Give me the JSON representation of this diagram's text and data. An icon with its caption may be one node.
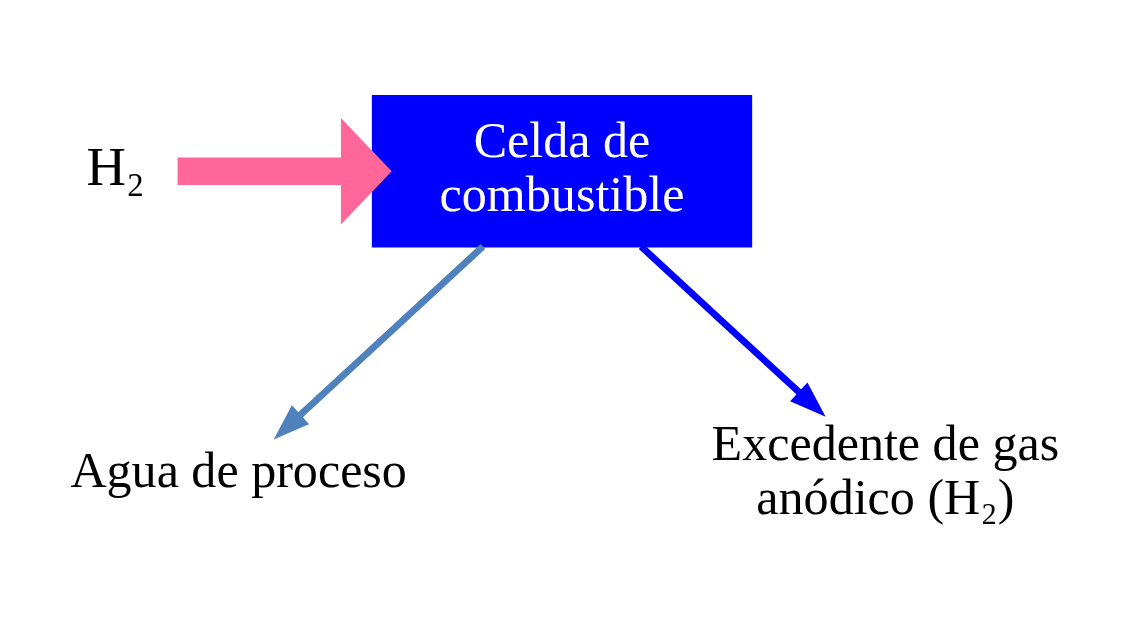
{
  "diagram": {
    "nodes": [
      {
        "text": [
          "H₂"
        ]
      },
      {
        "text": [
          "Celda de combustible"
        ]
      },
      {
        "text": [
          "Agua de proceso"
        ]
      },
      {
        "text": [
          "Excedente de gas anódico (H₂)"
        ]
      }
    ],
    "edges": [
      {
        "from": 0,
        "to": 1,
        "arrow": "to",
        "style": "thick",
        "color": "#ff6699"
      },
      {
        "from": 1,
        "to": 2,
        "arrow": "to",
        "color": "#4f81bd"
      },
      {
        "from": 1,
        "to": 3,
        "arrow": "to",
        "color": "#0000ff"
      }
    ]
  }
}
